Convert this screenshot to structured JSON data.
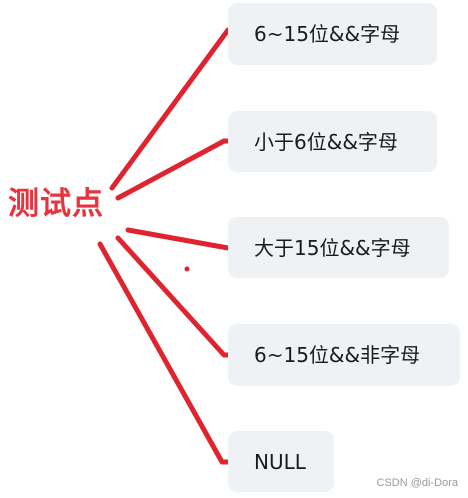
{
  "root": {
    "label": "测试点"
  },
  "nodes": [
    {
      "label": "6~15位&&字母"
    },
    {
      "label": "小于6位&&字母"
    },
    {
      "label": "大于15位&&字母"
    },
    {
      "label": "6~15位&&非字母"
    },
    {
      "label": "NULL"
    }
  ],
  "colors": {
    "connector": "#e0242f",
    "root_text": "#e8333f",
    "node_bg": "#eff2f5"
  },
  "watermark": "CSDN @di-Dora"
}
